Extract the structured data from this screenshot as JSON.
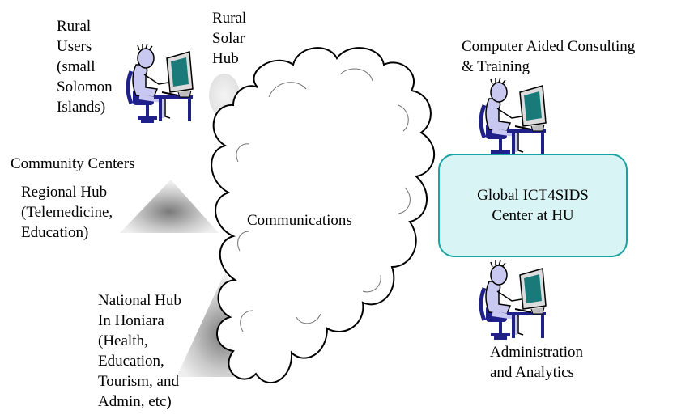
{
  "diagram": {
    "cloud_label": "Communications",
    "center": {
      "label": "Global ICT4SIDS\nCenter at HU"
    },
    "rural_users": {
      "label": "Rural\nUsers\n(small\nSolomon\nIslands)"
    },
    "rural_solar_hub": {
      "label": "Rural\nSolar\nHub"
    },
    "community_centers": {
      "label": "Community Centers"
    },
    "regional_hub": {
      "label": "Regional Hub\n(Telemedicine,\nEducation)"
    },
    "national_hub": {
      "label": "National Hub\nIn Honiara\n(Health,\nEducation,\nTourism, and\nAdmin, etc)"
    },
    "consulting": {
      "label": "Computer Aided Consulting\n& Training"
    },
    "administration": {
      "label": "Administration\nand Analytics"
    }
  },
  "colors": {
    "cloud_fill": "#ffffff",
    "cloud_stroke": "#000000",
    "box_fill": "#d8f4f4",
    "box_stroke": "#1aa3a3",
    "user_body": "#c8c8f0",
    "monitor_screen": "#1a7a7a",
    "chair": "#20208a",
    "hub_gray": "#8a8a8a"
  },
  "icons": [
    "user-at-computer-icon",
    "cloud-icon",
    "pyramid-icon",
    "solar-hub-icon"
  ]
}
